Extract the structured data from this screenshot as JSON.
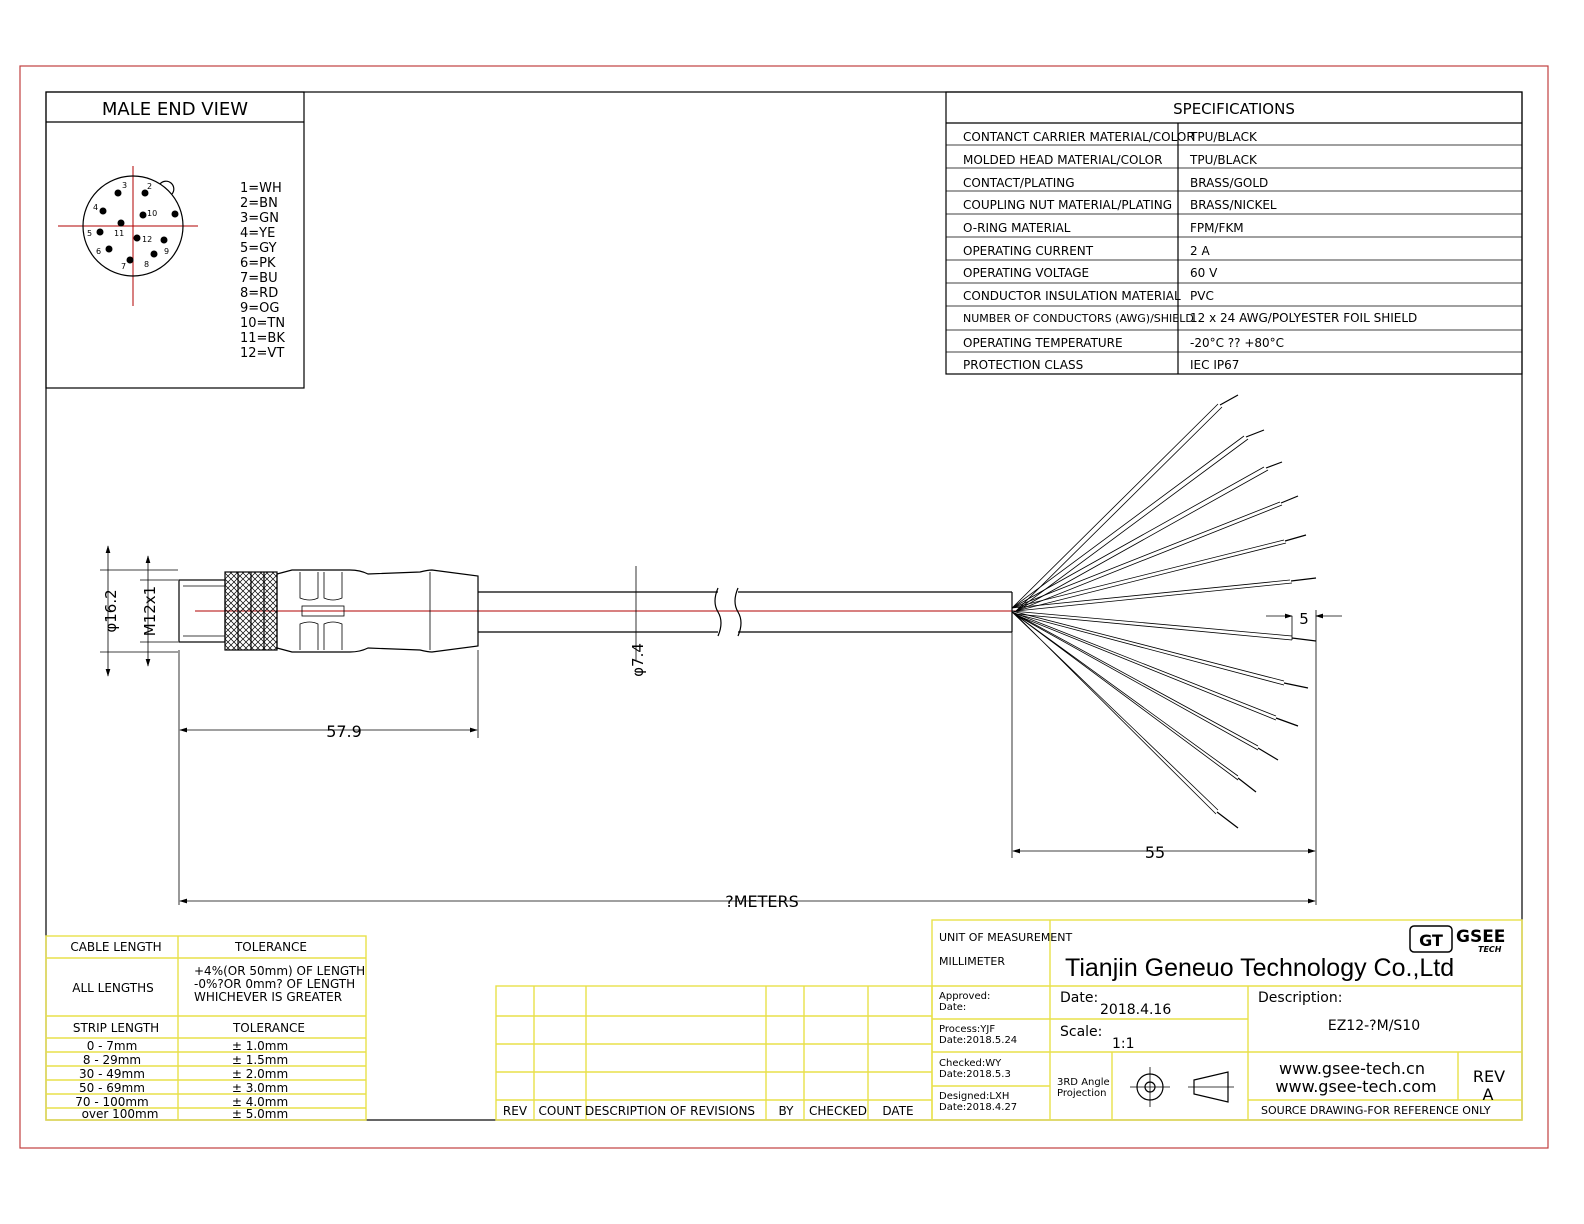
{
  "male_end_view": {
    "title": "MALE END VIEW",
    "pins": [
      "1",
      "2",
      "3",
      "4",
      "5",
      "6",
      "7",
      "8",
      "9",
      "10",
      "11",
      "12"
    ],
    "legend": [
      "1=WH",
      "2=BN",
      "3=GN",
      "4=YE",
      "5=GY",
      "6=PK",
      "7=BU",
      "8=RD",
      "9=OG",
      "10=TN",
      "11=BK",
      "12=VT"
    ]
  },
  "specifications": {
    "title": "SPECIFICATIONS",
    "rows": [
      {
        "label": "CONTANCT CARRIER MATERIAL/COLOR",
        "value": "TPU/BLACK"
      },
      {
        "label": "MOLDED HEAD MATERIAL/COLOR",
        "value": "TPU/BLACK"
      },
      {
        "label": "CONTACT/PLATING",
        "value": "BRASS/GOLD"
      },
      {
        "label": "COUPLING NUT MATERIAL/PLATING",
        "value": "BRASS/NICKEL"
      },
      {
        "label": "O-RING MATERIAL",
        "value": "FPM/FKM"
      },
      {
        "label": "OPERATING CURRENT",
        "value": "2 A"
      },
      {
        "label": "OPERATING VOLTAGE",
        "value": "60 V"
      },
      {
        "label": "CONDUCTOR INSULATION MATERIAL",
        "value": "PVC"
      },
      {
        "label": "NUMBER OF CONDUCTORS (AWG)/SHIELD",
        "value": "12 x 24 AWG/POLYESTER FOIL SHIELD"
      },
      {
        "label": "OPERATING TEMPERATURE",
        "value": "-20°C ?? +80°C"
      },
      {
        "label": "PROTECTION CLASS",
        "value": "IEC  IP67"
      }
    ]
  },
  "dimensions": {
    "head_diameter": "φ16.2",
    "thread": "M12x1",
    "cable_diameter": "φ7.4",
    "head_length": "57.9",
    "strip_length": "5",
    "fanout_length": "55",
    "overall_length": "?METERS"
  },
  "tolerance_table": {
    "col_cable_length": "CABLE LENGTH",
    "col_tolerance": "TOLERANCE",
    "all_lengths": "ALL LENGTHS",
    "all_lengths_tol": [
      "+4%(OR 50mm) OF LENGTH",
      "-0%?OR 0mm? OF LENGTH",
      "WHICHEVER  IS  GREATER"
    ],
    "col_strip_length": "STRIP LENGTH",
    "col_tolerance2": "TOLERANCE",
    "strip_rows": [
      {
        "range": "0 - 7mm",
        "tol": "± 1.0mm"
      },
      {
        "range": "8 - 29mm",
        "tol": "± 1.5mm"
      },
      {
        "range": "30 - 49mm",
        "tol": "± 2.0mm"
      },
      {
        "range": "50 - 69mm",
        "tol": "± 3.0mm"
      },
      {
        "range": "70 - 100mm",
        "tol": "± 4.0mm"
      },
      {
        "range": "over 100mm",
        "tol": "± 5.0mm"
      }
    ]
  },
  "revisions": {
    "headers": [
      "REV",
      "COUNT",
      "DESCRIPTION  OF  REVISIONS",
      "BY",
      "CHECKED",
      "DATE"
    ]
  },
  "title_block": {
    "unit_label": "UNIT OF MEASUREMENT",
    "unit_value": "MILLIMETER",
    "company": "Tianjin Geneuo Technology Co.,Ltd",
    "logo_mark": "GT",
    "logo_text": "GSEE",
    "logo_sub": "TECH",
    "approved_label": "Approved:",
    "approved_date": "Date:",
    "process": "Process:YJF",
    "process_date": "Date:2018.5.24",
    "checked": "Checked:WY",
    "checked_date": "Date:2018.5.3",
    "designed": "Designed:LXH",
    "designed_date": "Date:2018.4.27",
    "date_label": "Date:",
    "date_value": "2018.4.16",
    "scale_label": "Scale:",
    "scale_value": "1:1",
    "projection": [
      "3RD Angle",
      "Projection"
    ],
    "description_label": "Description:",
    "description_value": "EZ12-?M/S10",
    "web1": "www.gsee-tech.cn",
    "web2": "www.gsee-tech.com",
    "rev_label": "REV",
    "rev_value": "A",
    "footer": "SOURCE DRAWING-FOR REFERENCE ONLY"
  },
  "colors": {
    "frame": "#c04040",
    "table_border": "#e8e04a",
    "centerline": "#b00000"
  }
}
